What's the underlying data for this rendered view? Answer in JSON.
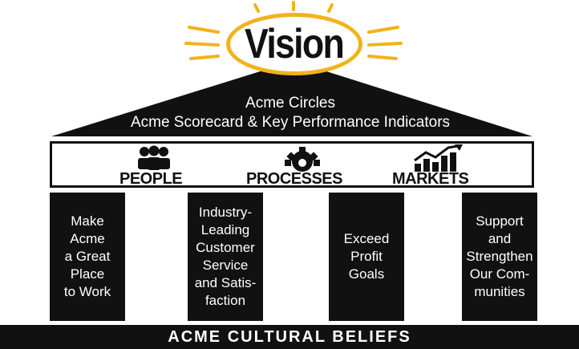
{
  "vision": {
    "label": "Vision",
    "accent_color": "#f2b21a"
  },
  "roof": {
    "line1": "Acme Circles",
    "line2": "Acme Scorecard & Key Performance Indicators"
  },
  "pillars": [
    {
      "label": "PEOPLE",
      "icon": "people-icon"
    },
    {
      "label": "PROCESSES",
      "icon": "gears-icon"
    },
    {
      "label": "MARKETS",
      "icon": "growth-chart-icon"
    }
  ],
  "columns": [
    {
      "text": "Make\nAcme\na Great\nPlace\nto Work"
    },
    {
      "text": "Industry-\nLeading\nCustomer\nService\nand Satis-\nfaction"
    },
    {
      "text": "Exceed\nProfit\nGoals"
    },
    {
      "text": "Support\nand\nStrengthen\nOur Com-\nmunities"
    }
  ],
  "foundation": {
    "label": "ACME CULTURAL BELIEFS"
  }
}
